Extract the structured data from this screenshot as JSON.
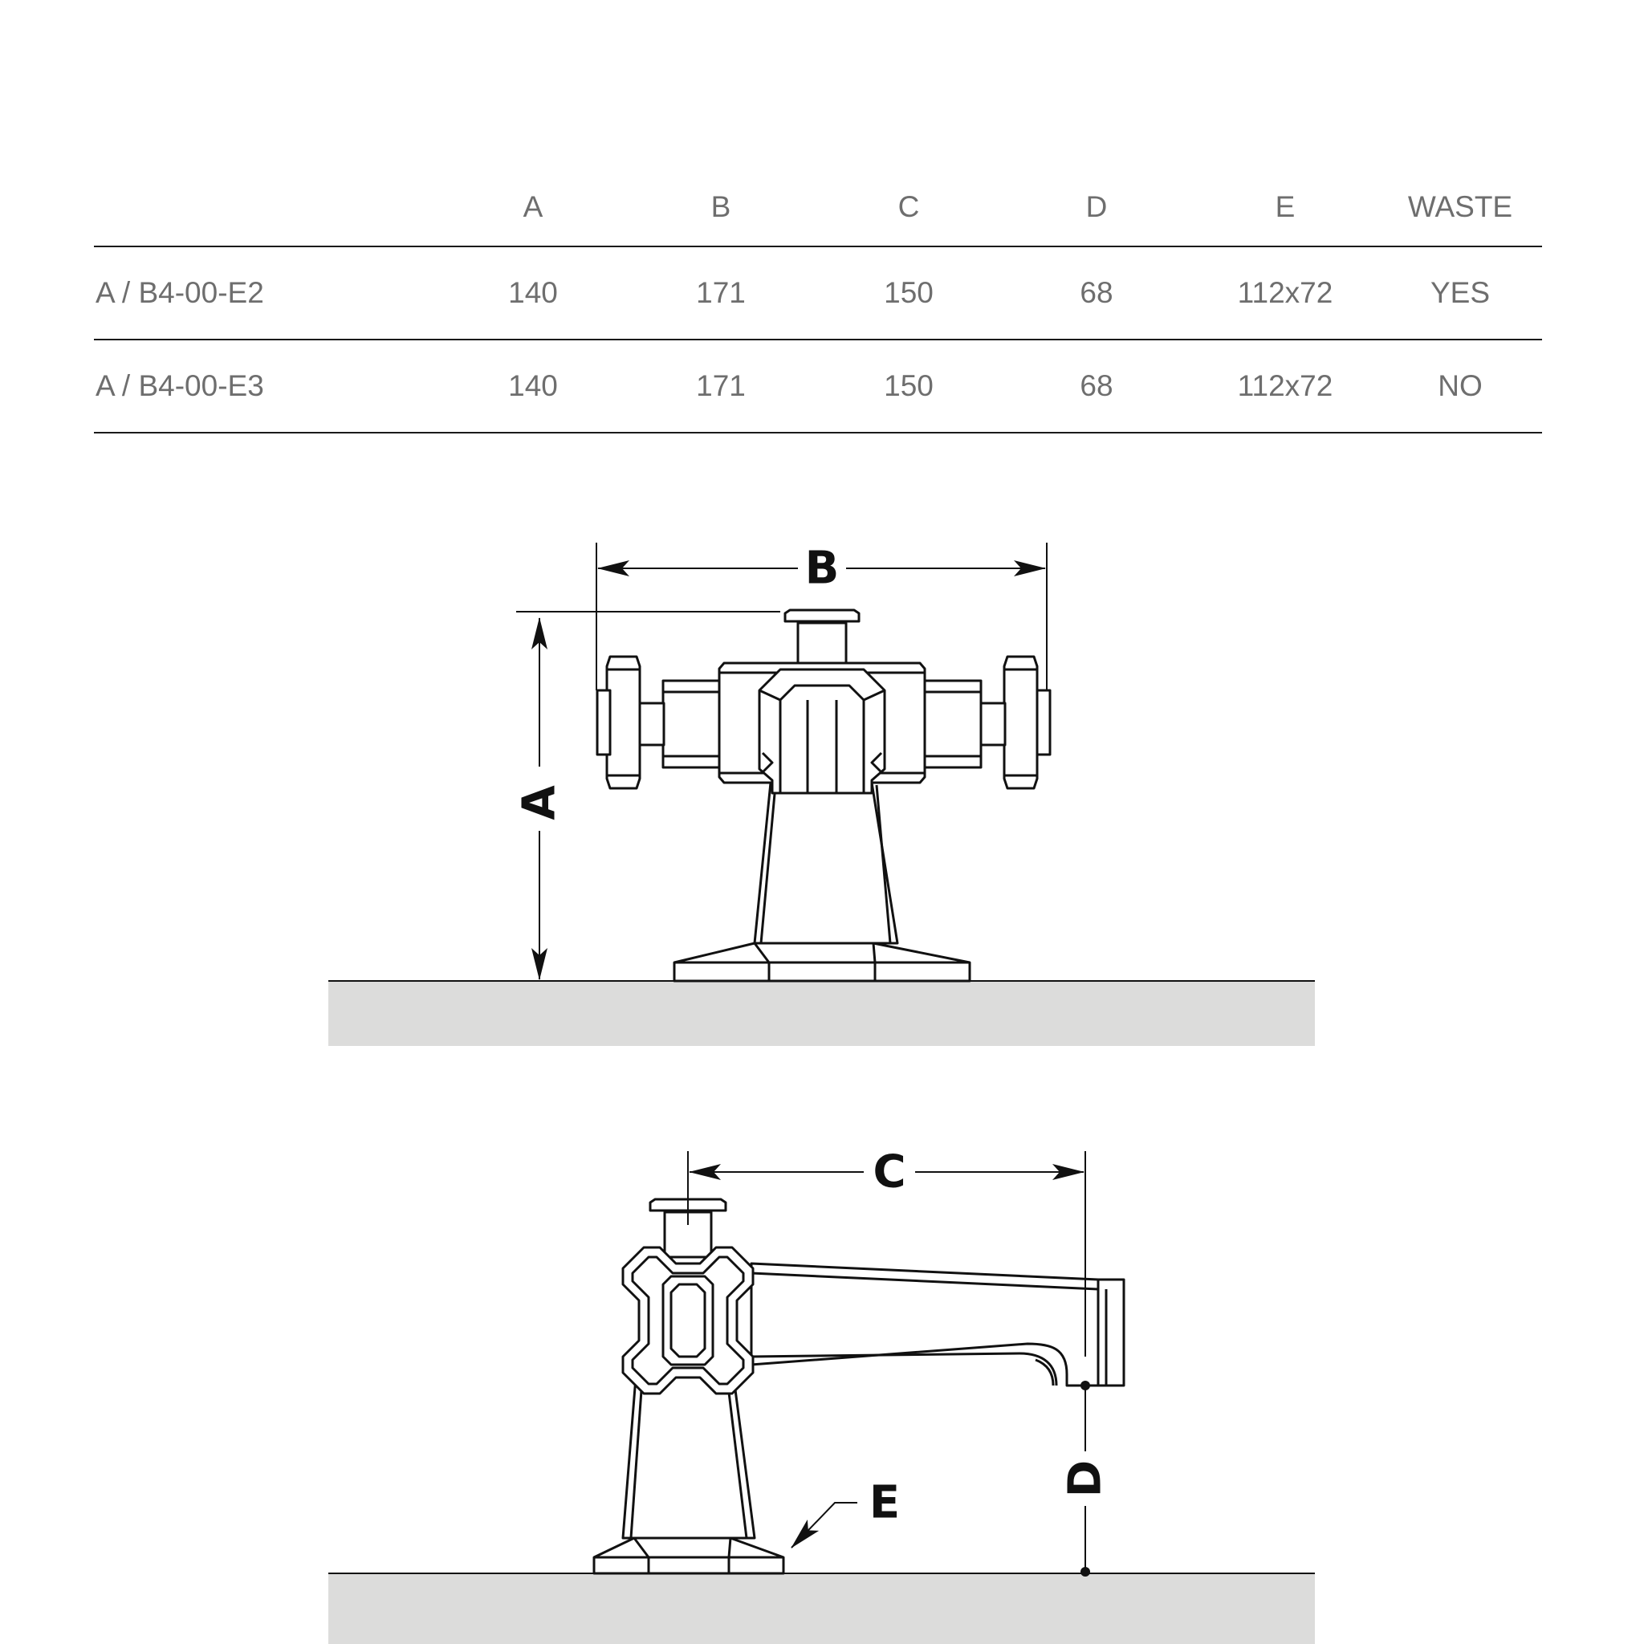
{
  "table": {
    "columns": [
      "A",
      "B",
      "C",
      "D",
      "E",
      "WASTE"
    ],
    "rows": [
      {
        "name": "A / B4-00-E2",
        "values": [
          "140",
          "171",
          "150",
          "68",
          "112x72",
          "YES"
        ]
      },
      {
        "name": "A / B4-00-E3",
        "values": [
          "140",
          "171",
          "150",
          "68",
          "112x72",
          "NO"
        ]
      }
    ]
  },
  "labels": {
    "a": "A",
    "b": "B",
    "c": "C",
    "d": "D",
    "e": "E"
  },
  "colors": {
    "counter": "#dcdcdb",
    "line": "#111111",
    "text": "#6e6e6e"
  }
}
